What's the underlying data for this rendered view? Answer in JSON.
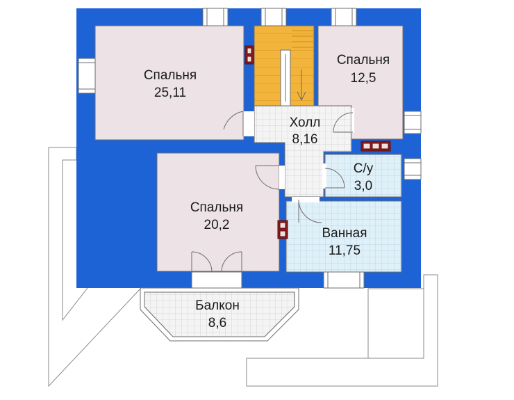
{
  "rooms": {
    "bedroom_large": {
      "name": "Спальня",
      "area": "25,11"
    },
    "bedroom_small": {
      "name": "Спальня",
      "area": "12,5"
    },
    "hall": {
      "name": "Холл",
      "area": "8,16"
    },
    "wc": {
      "name": "С/у",
      "area": "3,0"
    },
    "bedroom_mid": {
      "name": "Спальня",
      "area": "20,2"
    },
    "bathroom": {
      "name": "Ванная",
      "area": "11,75"
    },
    "balcony": {
      "name": "Балкон",
      "area": "8,6"
    }
  },
  "colors": {
    "walls": "#1E63D6",
    "room_fill": "#EDE3E6",
    "tile_fill": "#F4F4F4",
    "bath_tile_fill": "#DFF0F8",
    "stairs": "#F2B43B",
    "vent": "#8B1A1A",
    "line": "#8a8a8a"
  }
}
